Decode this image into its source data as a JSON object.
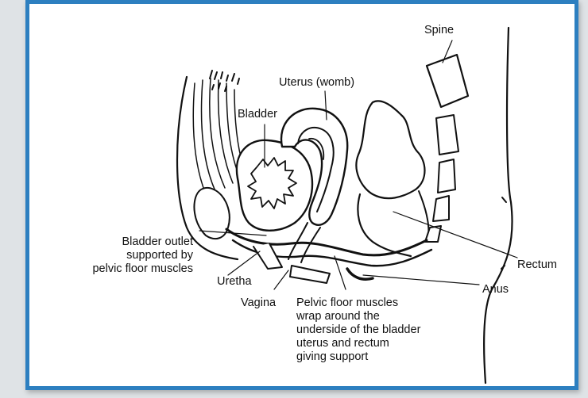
{
  "labels": {
    "spine": "Spine",
    "uterus": "Uterus (womb)",
    "bladder": "Bladder",
    "bladder_outlet": [
      "Bladder outlet",
      "supported by",
      "pelvic floor muscles"
    ],
    "rectum": "Rectum",
    "anus": "Anus",
    "uretha": "Uretha",
    "vagina": "Vagina",
    "pelvic_floor": [
      "Pelvic floor muscles",
      "wrap around the",
      "underside of the bladder",
      "uterus and rectum",
      "giving support"
    ]
  },
  "colors": {
    "frame": "#2d7fc0",
    "stroke": "#111111",
    "background": "#ffffff"
  }
}
